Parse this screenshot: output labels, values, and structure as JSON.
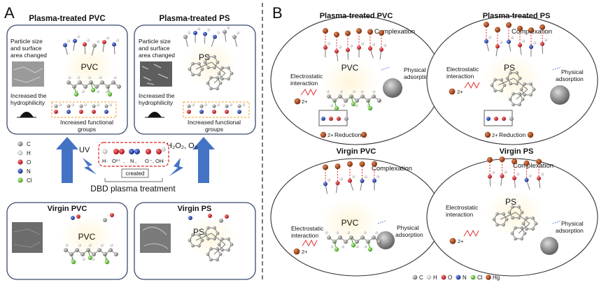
{
  "panelA": {
    "letter": "A",
    "box_ptreated_pvc": {
      "title": "Plasma-treated PVC",
      "note_lines": [
        "Particle size",
        "and surface",
        "area changed"
      ],
      "polymer": "PVC",
      "hydro_lines": [
        "Increased the",
        "hydrophilicity"
      ],
      "groups_lines": [
        "Increased functional",
        "groups"
      ]
    },
    "box_ptreated_ps": {
      "title": "Plasma-treated PS",
      "note_lines": [
        "Particle size",
        "and surface",
        "area changed"
      ],
      "polymer": "PS",
      "hydro_lines": [
        "Increased the",
        "hydrophilicity"
      ],
      "groups_lines": [
        "Increased functional",
        "groups"
      ]
    },
    "legend": [
      "C",
      "H",
      "O",
      "N",
      "Cl"
    ],
    "uv": "UV",
    "oxidants": "H₂O₂, O₃",
    "species": [
      "H",
      "O²⁺",
      "N",
      "O",
      "OH"
    ],
    "species_seps": [
      "·",
      ",",
      ",",
      "⁻,",
      "·"
    ],
    "created": "created",
    "treatment": "DBD plasma treatment",
    "box_virgin_pvc": {
      "title": "Virgin PVC",
      "polymer": "PVC"
    },
    "box_virgin_ps": {
      "title": "Virgin PS",
      "polymer": "PS"
    }
  },
  "panelB": {
    "letter": "B",
    "q_ptreated_pvc": {
      "title": "Plasma-treated PVC",
      "polymer": "PVC",
      "complexation": "Complexation",
      "electro_lines": [
        "Electrostatic",
        "interaction"
      ],
      "physical_lines": [
        "Physical",
        "adsorption"
      ],
      "reduction": "Reduction",
      "charge": "2+"
    },
    "q_ptreated_ps": {
      "title": "Plasma-treated PS",
      "polymer": "PS",
      "complexation": "Complexation",
      "electro_lines": [
        "Electrostatic",
        "interaction"
      ],
      "physical_lines": [
        "Physical",
        "adsorption"
      ],
      "reduction": "Reduction",
      "charge": "2+"
    },
    "q_virgin_pvc": {
      "title": "Virgin PVC",
      "polymer": "PVC",
      "complexation": "Complexation",
      "electro_lines": [
        "Electrostatic",
        "interaction"
      ],
      "physical_lines": [
        "Physical",
        "adsorption"
      ],
      "charge": "2+"
    },
    "q_virgin_ps": {
      "title": "Virgin PS",
      "polymer": "PS",
      "complexation": "Complexation",
      "electro_lines": [
        "Electrostatic",
        "interaction"
      ],
      "physical_lines": [
        "Physical",
        "adsorption"
      ],
      "charge": "2+"
    },
    "legend": [
      "C",
      "H",
      "O",
      "N",
      "Cl",
      "Hg"
    ]
  },
  "colors": {
    "carbon": "#8c8c8c",
    "hydrogen": "#dcdcdc",
    "oxygen": "#c8202a",
    "nitrogen": "#1f3c9e",
    "chlorine": "#69c33a",
    "mercury": "#a0461e",
    "box_border": "#3a4a6a",
    "arrow": "#4472c4",
    "highlight": "#fff6dc",
    "dashed_orange": "#f0a020",
    "dashed_red": "#e02020"
  }
}
